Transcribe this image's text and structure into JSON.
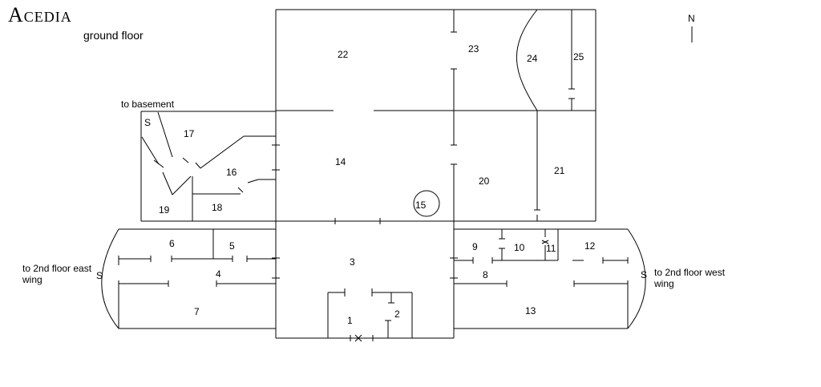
{
  "map": {
    "title": "Acedia",
    "subtitle": "ground floor",
    "compass": "N"
  },
  "rooms": {
    "r1": "1",
    "r2": "2",
    "r3": "3",
    "r4": "4",
    "r5": "5",
    "r6": "6",
    "r7": "7",
    "r8": "8",
    "r9": "9",
    "r10": "10",
    "r11": "11",
    "r12": "12",
    "r13": "13",
    "r14": "14",
    "r15": "15",
    "r16": "16",
    "r17": "17",
    "r18": "18",
    "r19": "19",
    "r20": "20",
    "r21": "21",
    "r22": "22",
    "r23": "23",
    "r24": "24",
    "r25": "25"
  },
  "labels": {
    "basement": "to basement",
    "stair_sym": "S",
    "east_wing_line1": "to 2nd floor east",
    "east_wing_line2": "wing",
    "west_wing_line1": "to 2nd floor west",
    "west_wing_line2": "wing"
  }
}
